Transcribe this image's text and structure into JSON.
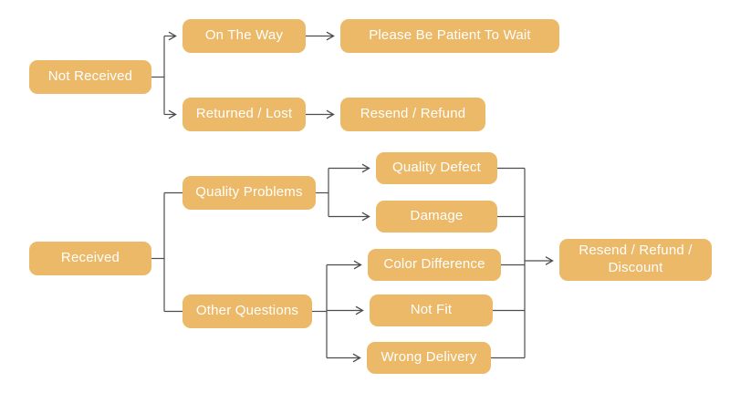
{
  "diagram": {
    "description_nodes": {
      "not_received": {
        "label": "Not Received"
      },
      "on_the_way": {
        "label": "On The Way"
      },
      "please_wait": {
        "label": "Please Be Patient To Wait"
      },
      "returned_lost": {
        "label": "Returned / Lost"
      },
      "resend_refund": {
        "label": "Resend / Refund"
      },
      "received": {
        "label": "Received"
      },
      "quality_problems": {
        "label": "Quality Problems"
      },
      "other_questions": {
        "label": "Other Questions"
      },
      "quality_defect": {
        "label": "Quality Defect"
      },
      "damage": {
        "label": "Damage"
      },
      "color_difference": {
        "label": "Color Difference"
      },
      "not_fit": {
        "label": "Not Fit"
      },
      "wrong_delivery": {
        "label": "Wrong Delivery"
      },
      "resend_refund_discount": {
        "label": "Resend / Refund / Discount"
      }
    },
    "edges": [
      {
        "from": "Not Received",
        "to": "On The Way",
        "arrow": true
      },
      {
        "from": "Not Received",
        "to": "Returned / Lost",
        "arrow": true
      },
      {
        "from": "On The Way",
        "to": "Please Be Patient To Wait",
        "arrow": true
      },
      {
        "from": "Returned / Lost",
        "to": "Resend / Refund",
        "arrow": true
      },
      {
        "from": "Received",
        "to": "Quality Problems",
        "arrow": false
      },
      {
        "from": "Received",
        "to": "Other Questions",
        "arrow": false
      },
      {
        "from": "Quality Problems",
        "to": "Quality Defect",
        "arrow": true
      },
      {
        "from": "Quality Problems",
        "to": "Damage",
        "arrow": true
      },
      {
        "from": "Other Questions",
        "to": "Color Difference",
        "arrow": true
      },
      {
        "from": "Other Questions",
        "to": "Not Fit",
        "arrow": true
      },
      {
        "from": "Other Questions",
        "to": "Wrong Delivery",
        "arrow": true
      },
      {
        "from": "Quality Defect",
        "to": "Resend / Refund / Discount",
        "arrow": true
      },
      {
        "from": "Damage",
        "to": "Resend / Refund / Discount",
        "arrow": true
      },
      {
        "from": "Color Difference",
        "to": "Resend / Refund / Discount",
        "arrow": true
      },
      {
        "from": "Not Fit",
        "to": "Resend / Refund / Discount",
        "arrow": true
      },
      {
        "from": "Wrong Delivery",
        "to": "Resend / Refund / Discount",
        "arrow": true
      }
    ],
    "colors": {
      "node_fill": "#ecb968",
      "node_text": "#ffffff",
      "connector": "#4d4d4d",
      "background": "#ffffff"
    }
  }
}
